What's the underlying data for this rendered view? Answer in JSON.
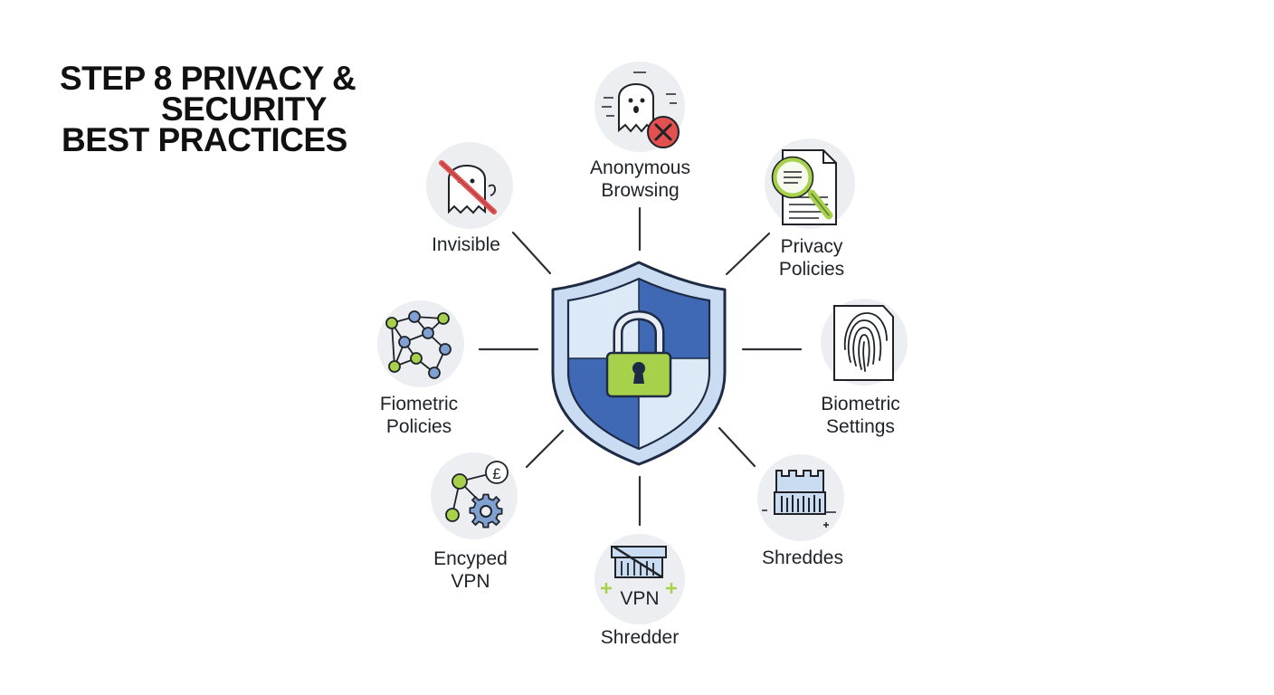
{
  "title": {
    "line1": "STEP 8 PRIVACY &",
    "line2": "SECURITY",
    "line3": "BEST PRACTICES"
  },
  "center": {
    "icon": "shield-lock-icon"
  },
  "nodes": [
    {
      "id": "anonymous-browsing",
      "icon": "ghost-blocked-icon",
      "label_line1": "Anonymous",
      "label_line2": "Browsing"
    },
    {
      "id": "privacy-policies",
      "icon": "document-magnifier-icon",
      "label_line1": "Privacy",
      "label_line2": "Policies"
    },
    {
      "id": "biometric-settings",
      "icon": "fingerprint-document-icon",
      "label_line1": "Biometric",
      "label_line2": "Settings"
    },
    {
      "id": "shreddes",
      "icon": "shredder-icon",
      "label_line1": "Shreddes",
      "label_line2": ""
    },
    {
      "id": "shredder",
      "icon": "vpn-shredder-icon",
      "icon_text": "VPN",
      "label_line1": "Shredder",
      "label_line2": ""
    },
    {
      "id": "encyped-vpn",
      "icon": "network-gear-icon",
      "icon_text": "£",
      "label_line1": "Encyped",
      "label_line2": "VPN"
    },
    {
      "id": "fiometric-policies",
      "icon": "network-nodes-icon",
      "label_line1": "Fiometric",
      "label_line2": "Policies"
    },
    {
      "id": "invisible",
      "icon": "ghost-slashed-icon",
      "label_line1": "Invisible",
      "label_line2": ""
    }
  ],
  "colors": {
    "shield_dark": "#3f69b4",
    "shield_light": "#c9dcf2",
    "lock_green": "#a7d14a",
    "icon_circle": "#eceef1",
    "connector": "#2b2f36",
    "blocked_red": "#e2504f"
  }
}
